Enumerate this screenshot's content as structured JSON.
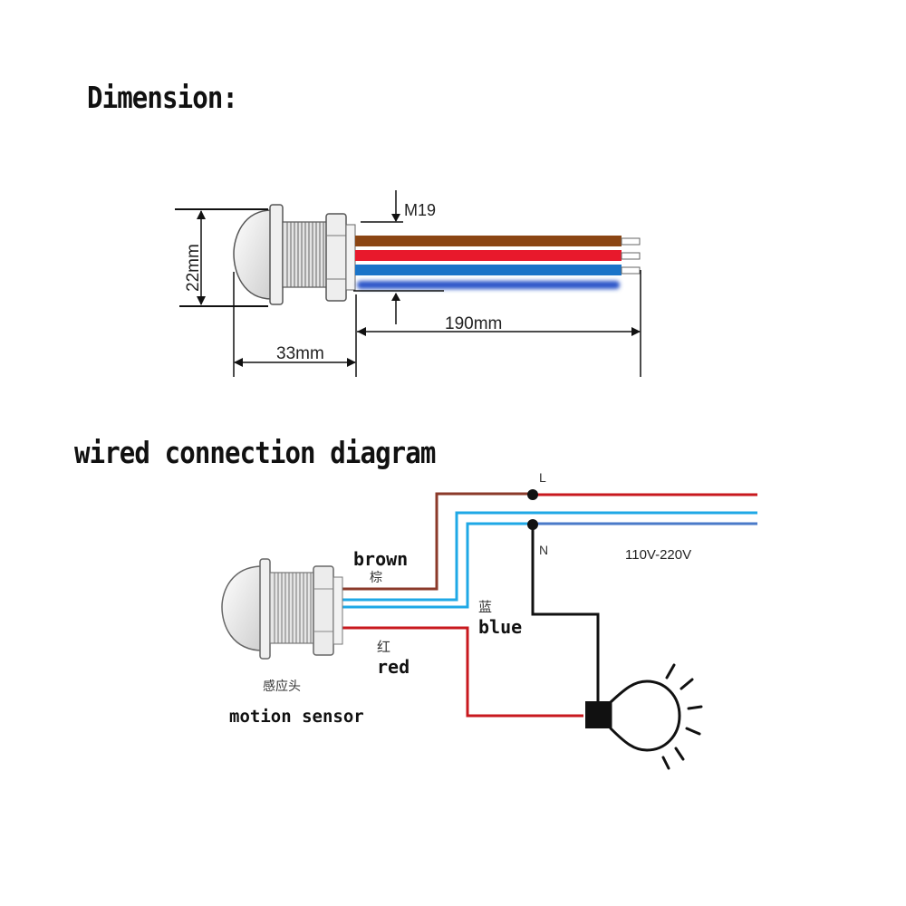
{
  "sections": {
    "dimension_title": "Dimension:",
    "wiring_title": "wired connection diagram"
  },
  "dimension": {
    "thread_label": "M19",
    "height_label": "22mm",
    "head_length_label": "33mm",
    "wire_length_label": "190mm"
  },
  "wiring": {
    "line_label": "L",
    "neutral_label": "N",
    "voltage_label": "110V-220V",
    "brown_en": "brown",
    "brown_cn": "棕",
    "blue_cn": "蓝",
    "blue_en": "blue",
    "red_cn": "红",
    "red_en": "red",
    "sensor_cn": "感应头",
    "sensor_en": "motion sensor"
  },
  "colors": {
    "brown_wire": "#8b4513",
    "red_wire": "#e8192c",
    "blue_wire": "#1a74c8",
    "light_blue_wire": "#1fa8e6",
    "line_red": "#c8181e",
    "black": "#111111"
  }
}
